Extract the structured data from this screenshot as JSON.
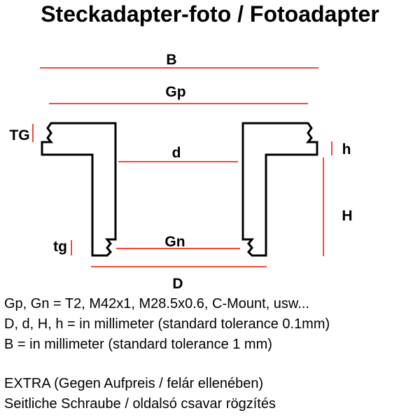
{
  "title": "Steckadapter-foto / Fotoadapter",
  "labels": {
    "B": "B",
    "Gp": "Gp",
    "d": "d",
    "Gn": "Gn",
    "D": "D",
    "TG": "TG",
    "tg": "tg",
    "h": "h",
    "H": "H"
  },
  "notes": [
    "Gp, Gn = T2, M42x1, M28.5x0.6, C-Mount, usw...",
    "D, d, H, h = in millimeter (standard tolerance 0.1mm)",
    "B = in millimeter (standard tolerance 1 mm)",
    "EXTRA (Gegen Aufpreis / felár ellenében)",
    "Seitliche Schraube / oldalsó csavar rögzítés"
  ],
  "colors": {
    "dimension": "#f04a3c",
    "outline": "#000000"
  }
}
